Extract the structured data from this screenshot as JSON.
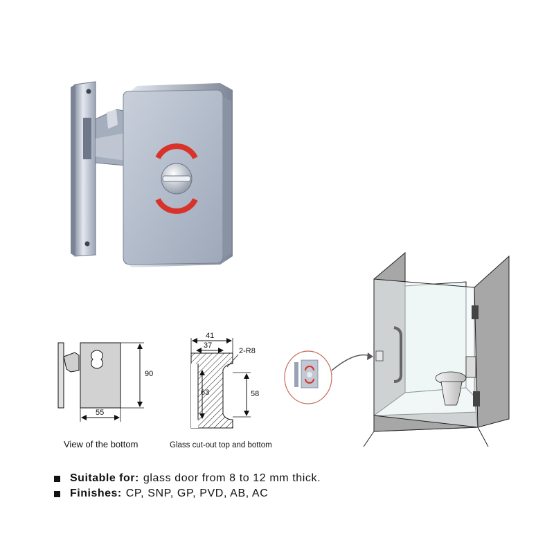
{
  "colors": {
    "chrome_light": "#e4e8ef",
    "chrome_mid": "#aab3c2",
    "chrome_dark": "#6f7889",
    "indicator_red": "#d8322a",
    "cabin_panel": "#a7a7a7",
    "glass": "#eef5f6",
    "outline": "#222222"
  },
  "diagram_bottom": {
    "dim_height": "90",
    "dim_width": "55",
    "caption": "View of the bottom"
  },
  "diagram_cutout": {
    "dim_outer": "41",
    "dim_inner": "37",
    "dim_radius": "2-R8",
    "dim_left_height": "63",
    "dim_right_height": "58",
    "caption": "Glass cut-out top and bottom"
  },
  "specs": [
    {
      "label": "Suitable for:",
      "value": "glass door from 8 to 12 mm thick."
    },
    {
      "label": "Finishes:",
      "value": "CP, SNP, GP, PVD, AB, AC"
    }
  ]
}
